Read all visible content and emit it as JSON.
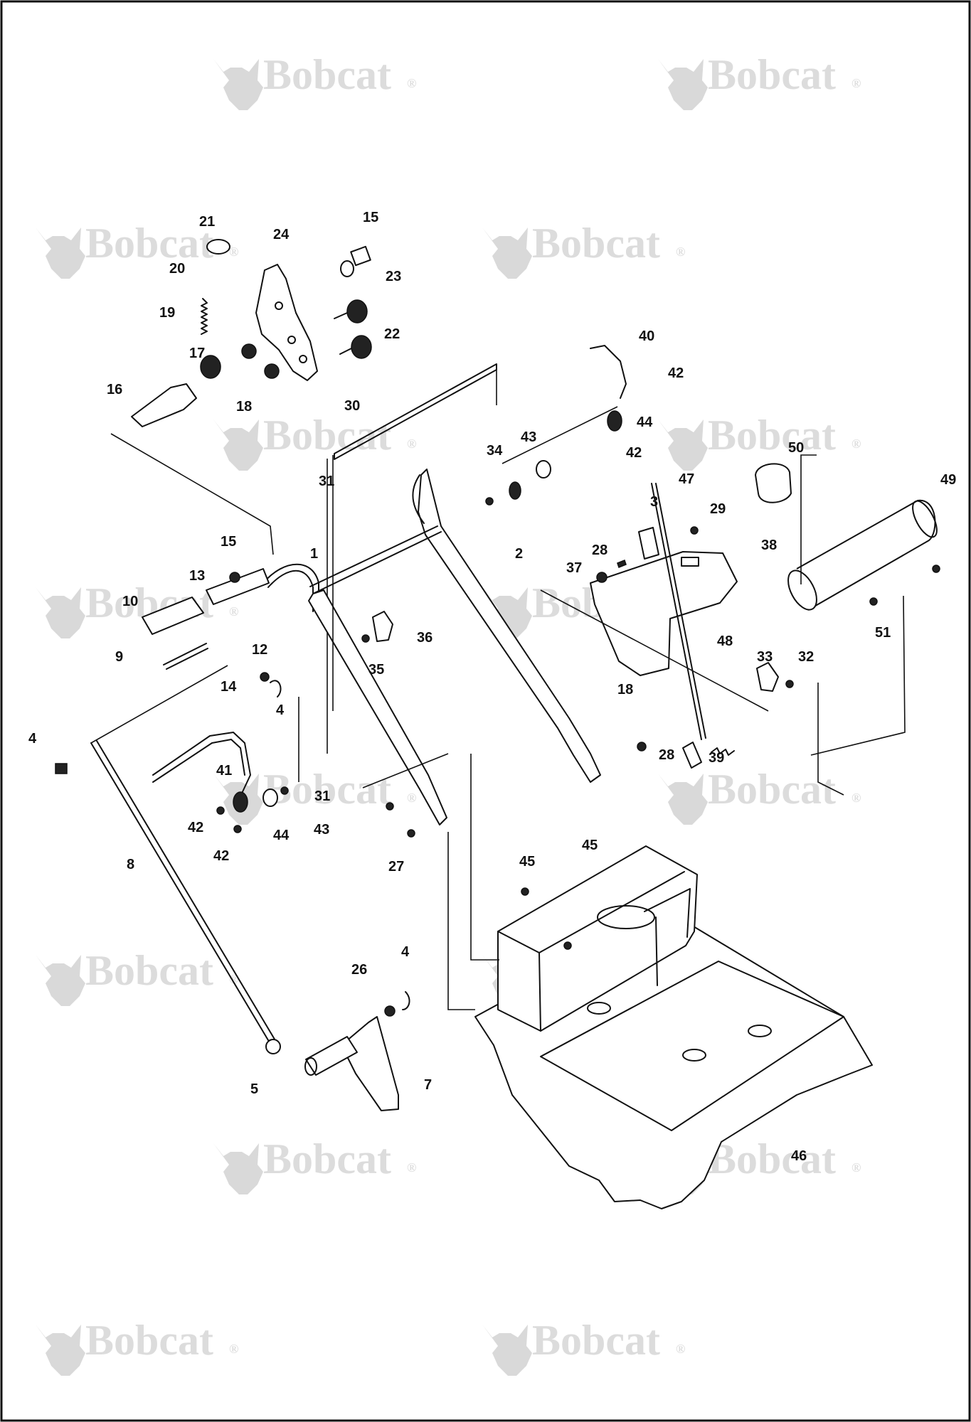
{
  "watermark": {
    "brand": "Bobcat",
    "mark": "®"
  },
  "callouts": [
    {
      "label": "1"
    },
    {
      "label": "2"
    },
    {
      "label": "3"
    },
    {
      "label": "4"
    },
    {
      "label": "4"
    },
    {
      "label": "4"
    },
    {
      "label": "5"
    },
    {
      "label": "7"
    },
    {
      "label": "8"
    },
    {
      "label": "9"
    },
    {
      "label": "10"
    },
    {
      "label": "12"
    },
    {
      "label": "13"
    },
    {
      "label": "14"
    },
    {
      "label": "15"
    },
    {
      "label": "15"
    },
    {
      "label": "16"
    },
    {
      "label": "17"
    },
    {
      "label": "18"
    },
    {
      "label": "18"
    },
    {
      "label": "19"
    },
    {
      "label": "20"
    },
    {
      "label": "21"
    },
    {
      "label": "22"
    },
    {
      "label": "23"
    },
    {
      "label": "24"
    },
    {
      "label": "26"
    },
    {
      "label": "27"
    },
    {
      "label": "28"
    },
    {
      "label": "28"
    },
    {
      "label": "29"
    },
    {
      "label": "30"
    },
    {
      "label": "31"
    },
    {
      "label": "31"
    },
    {
      "label": "32"
    },
    {
      "label": "33"
    },
    {
      "label": "34"
    },
    {
      "label": "35"
    },
    {
      "label": "36"
    },
    {
      "label": "37"
    },
    {
      "label": "38"
    },
    {
      "label": "39"
    },
    {
      "label": "40"
    },
    {
      "label": "41"
    },
    {
      "label": "42"
    },
    {
      "label": "42"
    },
    {
      "label": "42"
    },
    {
      "label": "42"
    },
    {
      "label": "43"
    },
    {
      "label": "43"
    },
    {
      "label": "44"
    },
    {
      "label": "44"
    },
    {
      "label": "45"
    },
    {
      "label": "45"
    },
    {
      "label": "46"
    },
    {
      "label": "47"
    },
    {
      "label": "48"
    },
    {
      "label": "49"
    },
    {
      "label": "50"
    },
    {
      "label": "51"
    }
  ]
}
